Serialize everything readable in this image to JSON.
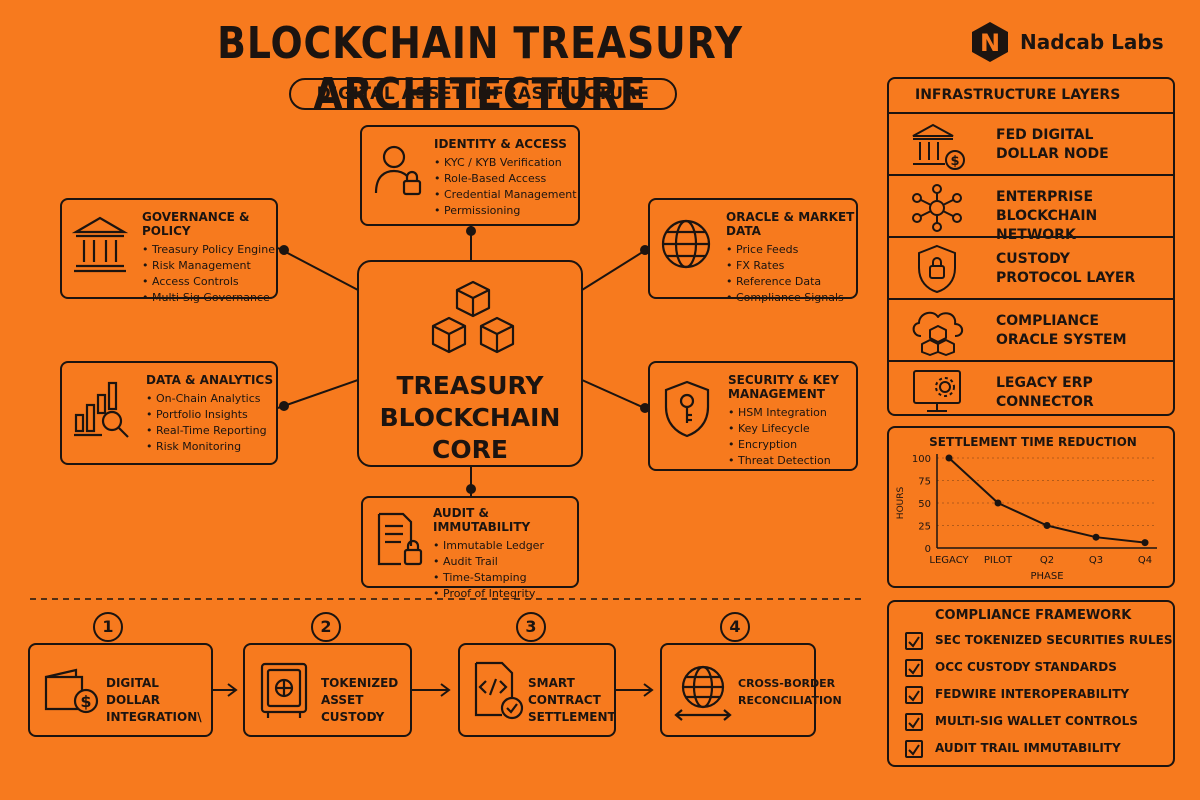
{
  "header": {
    "title": "BLOCKCHAIN TREASURY ARCHITECTURE",
    "subtitle": "DIGITAL ASSET INFRASTRUCTURE",
    "brand": "Nadcab Labs",
    "logo_letter": "N"
  },
  "core": {
    "line1": "TREASURY",
    "line2": "BLOCKCHAIN",
    "line3": "CORE",
    "icon": "cubes-icon"
  },
  "modules": {
    "identity": {
      "title": "IDENTITY & ACCESS",
      "icon": "user-lock-icon",
      "items": [
        "KYC / KYB Verification",
        "Role-Based Access",
        "Credential Management",
        "Permissioning"
      ]
    },
    "governance": {
      "title": "GOVERNANCE & POLICY",
      "icon": "bank-icon",
      "items": [
        "Treasury Policy Engine",
        "Risk Management",
        "Access Controls",
        "Multi-Sig Governance"
      ]
    },
    "oracle": {
      "title": "ORACLE & MARKET DATA",
      "icon": "globe-icon",
      "items": [
        "Price Feeds",
        "FX Rates",
        "Reference Data",
        "Compliance Signals"
      ]
    },
    "analytics": {
      "title": "DATA & ANALYTICS",
      "icon": "chart-magnifier-icon",
      "items": [
        "On-Chain Analytics",
        "Portfolio Insights",
        "Real-Time Reporting",
        "Risk Monitoring"
      ]
    },
    "security": {
      "title_line1": "SECURITY & KEY",
      "title_line2": "MANAGEMENT",
      "icon": "shield-key-icon",
      "items": [
        "HSM Integration",
        "Key Lifecycle",
        "Encryption",
        "Threat Detection"
      ]
    },
    "audit": {
      "title": "AUDIT & IMMUTABILITY",
      "icon": "document-lock-icon",
      "items": [
        "Immutable Ledger",
        "Audit Trail",
        "Time-Stamping",
        "Proof of Integrity"
      ]
    }
  },
  "layers": {
    "title": "INFRASTRUCTURE LAYERS",
    "items": [
      {
        "line1": "FED DIGITAL",
        "line2": "DOLLAR NODE",
        "icon": "bank-dollar-icon"
      },
      {
        "line1": "ENTERPRISE",
        "line2": "BLOCKCHAIN NETWORK",
        "icon": "network-icon"
      },
      {
        "line1": "CUSTODY",
        "line2": "PROTOCOL LAYER",
        "icon": "shield-lock-icon"
      },
      {
        "line1": "COMPLIANCE",
        "line2": "ORACLE SYSTEM",
        "icon": "cloud-cubes-icon"
      },
      {
        "line1": "LEGACY ERP",
        "line2": "CONNECTOR",
        "icon": "monitor-gear-icon"
      }
    ]
  },
  "chart_data": {
    "type": "line",
    "title": "SETTLEMENT TIME REDUCTION",
    "categories": [
      "LEGACY",
      "PILOT",
      "Q2",
      "Q3",
      "Q4"
    ],
    "values": [
      100,
      50,
      25,
      12,
      6
    ],
    "xlabel": "PHASE",
    "ylabel": "HOURS",
    "ylim": [
      0,
      100
    ],
    "yticks": [
      0,
      25,
      50,
      75,
      100
    ],
    "grid": true
  },
  "compliance": {
    "title": "COMPLIANCE FRAMEWORK",
    "items": [
      "SEC TOKENIZED SECURITIES RULES",
      "OCC CUSTODY STANDARDS",
      "FEDWIRE INTEROPERABILITY",
      "MULTI-SIG WALLET CONTROLS",
      "AUDIT TRAIL IMMUTABILITY"
    ]
  },
  "steps": [
    {
      "num": "1",
      "line1": "DIGITAL DOLLAR",
      "line2": "INTEGRATION\\",
      "icon": "wallet-dollar-icon"
    },
    {
      "num": "2",
      "line1": "TOKENIZED ASSET",
      "line2": "CUSTODY",
      "icon": "safe-icon"
    },
    {
      "num": "3",
      "line1": "SMART CONTRACT",
      "line2": "SETTLEMENT",
      "icon": "code-file-icon"
    },
    {
      "num": "4",
      "line1": "CROSS-BORDER",
      "line2": "RECONCILIATION",
      "icon": "globe-arrows-icon"
    }
  ],
  "colors": {
    "background": "#f77a1e",
    "ink": "#1c1410"
  }
}
